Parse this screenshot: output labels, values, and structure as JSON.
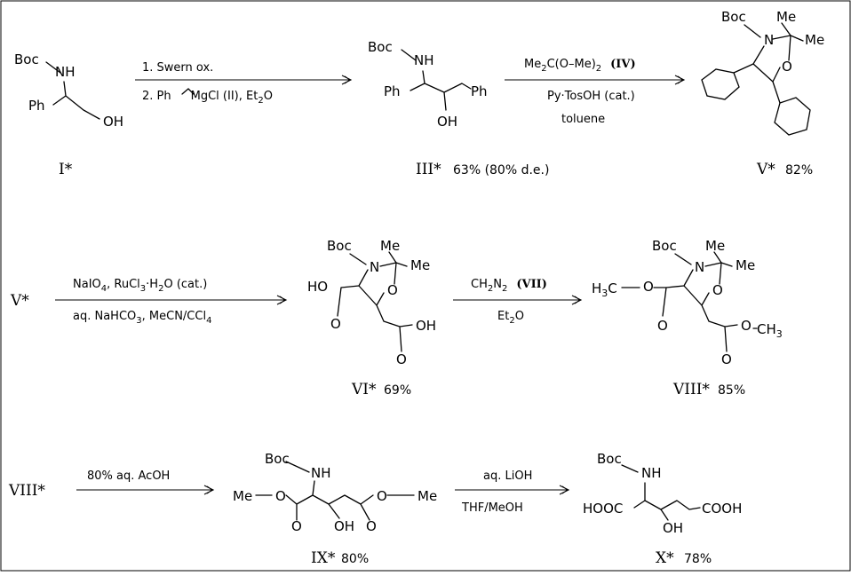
{
  "scheme": {
    "row1": {
      "I": {
        "label": "I*",
        "boc": "Boc",
        "nh": "NH",
        "ph": "Ph",
        "oh": "OH"
      },
      "arrow1": {
        "step1": "1. Swern ox.",
        "step2": "2. Ph",
        "step2_mg": "MgCl (II), Et",
        "step2_sub": "2",
        "step2_end": "O"
      },
      "III": {
        "label": "III*",
        "yield": "63% (80% d.e.)",
        "boc": "Boc",
        "nh": "NH",
        "ph1": "Ph",
        "ph2": "Ph",
        "oh": "OH"
      },
      "arrow2": {
        "top_a": "Me",
        "top_sub1": "2",
        "top_b": "C(O–Me)",
        "top_sub2": "2",
        "top_iv": "(IV)",
        "bottom": "Py·TosOH (cat.)",
        "bottom2": "toluene"
      },
      "V": {
        "label": "V*",
        "yield": "82%",
        "boc": "Boc",
        "n": "N",
        "o": "O",
        "me1": "Me",
        "me2": "Me"
      }
    },
    "row2": {
      "start": {
        "label": "V*"
      },
      "arrow3": {
        "top_a": "NaIO",
        "top_sub1": "4",
        "top_b": ", RuCl",
        "top_sub2": "3",
        "top_c": "·H",
        "top_sub3": "2",
        "top_d": "O (cat.)",
        "bottom_a": "aq. NaHCO",
        "bottom_sub1": "3",
        "bottom_b": ", MeCN/CCl",
        "bottom_sub2": "4"
      },
      "VI": {
        "label": "VI*",
        "yield": "69%",
        "boc": "Boc",
        "n": "N",
        "o": "O",
        "me1": "Me",
        "me2": "Me",
        "ho": "HO",
        "o1": "O",
        "oh": "OH",
        "o2": "O"
      },
      "arrow4": {
        "top_a": "CH",
        "top_sub1": "2",
        "top_b": "N",
        "top_sub2": "2",
        "top_vii": "(VII)",
        "bottom_a": "Et",
        "bottom_sub": "2",
        "bottom_b": "O"
      },
      "VIII": {
        "label": "VIII*",
        "yield": "85%",
        "boc": "Boc",
        "n": "N",
        "o": "O",
        "me1": "Me",
        "me2": "Me",
        "h3c_a": "H",
        "h3c_sub": "3",
        "h3c_b": "C",
        "o_ester1": "O",
        "o_carb1": "O",
        "o_ester2": "O",
        "ch3_a": "CH",
        "ch3_sub": "3",
        "o_carb2": "O"
      }
    },
    "row3": {
      "start": {
        "label": "VIII*"
      },
      "arrow5": {
        "top": "80% aq. AcOH"
      },
      "IX": {
        "label": "IX*",
        "yield": "80%",
        "boc": "Boc",
        "nh": "NH",
        "me_left": "Me",
        "me_right": "Me",
        "o1": "O",
        "o2": "O",
        "oh": "OH",
        "oc1": "O",
        "oc2": "O"
      },
      "arrow6": {
        "top": "aq. LiOH",
        "bottom": "THF/MeOH"
      },
      "X": {
        "label": "X*",
        "yield": "78%",
        "boc": "Boc",
        "nh": "NH",
        "hooc": "HOOC",
        "cooh": "COOH",
        "oh": "OH"
      }
    }
  }
}
